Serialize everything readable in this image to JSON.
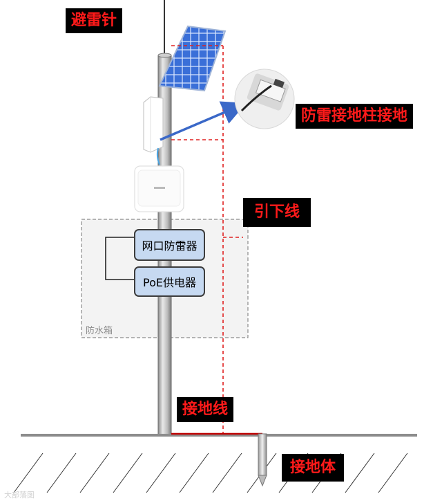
{
  "labels": {
    "lightning_rod": "避雷针",
    "ground_post": "防雷接地柱接地",
    "down_conductor": "引下线",
    "ground_wire": "接地线",
    "ground_body": "接地体",
    "network_arrester": "网口防雷器",
    "poe_supply": "PoE供电器",
    "waterproof_box": "防水箱",
    "watermark": "大部落图"
  },
  "colors": {
    "label_bg": "#000000",
    "label_text": "#ff1a1a",
    "dashed_line": "#e02020",
    "ground_wire": "#c00000",
    "arrow": "#3a68c8",
    "box_fill": "#c6d9f1",
    "solar_panel": "#3a6fd8"
  }
}
